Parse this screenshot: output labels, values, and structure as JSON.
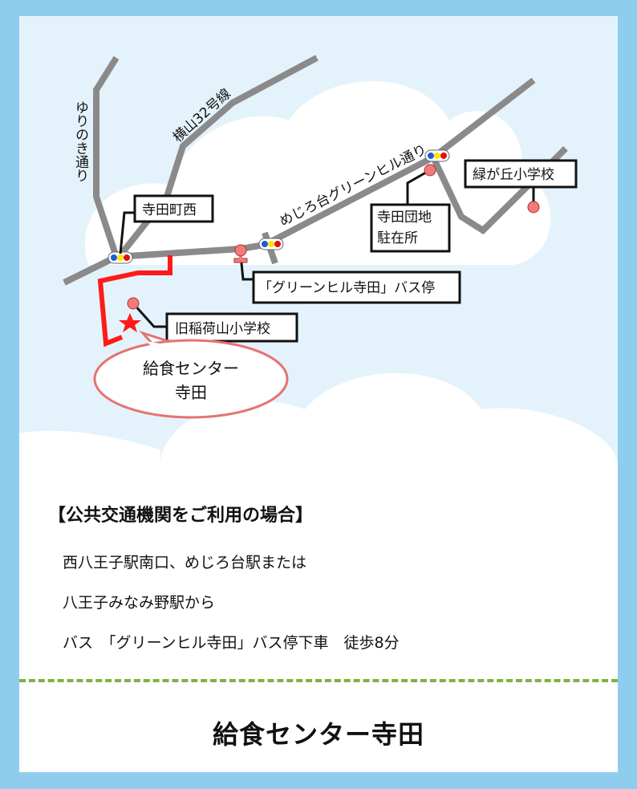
{
  "map": {
    "roads": {
      "yurinoki": "ゆりのき通り",
      "yokoyama": "横山32号線",
      "mejirodai": "めじろ台グリーンヒル通り"
    },
    "labels": {
      "teradacho_nishi": "寺田町西",
      "midorigaoka": "緑が丘小学校",
      "terada_danchi_1": "寺田団地",
      "terada_danchi_2": "駐在所",
      "bus_stop": "「グリーンヒル寺田」バス停",
      "old_school": "旧稲荷山小学校",
      "center_1": "給食センター",
      "center_2": "寺田"
    },
    "colors": {
      "road": "#8a8a8a",
      "route": "#ff1a1a",
      "poi": "#f47a7a",
      "sky": "#e4f3fb"
    }
  },
  "info": {
    "heading": "【公共交通機関をご利用の場合】",
    "lines": [
      "西八王子駅南口、めじろ台駅または",
      "八王子みなみ野駅から",
      "バス　「グリーンヒル寺田」バス停下車　徒歩8分"
    ]
  },
  "footer": {
    "title": "給食センター寺田"
  }
}
